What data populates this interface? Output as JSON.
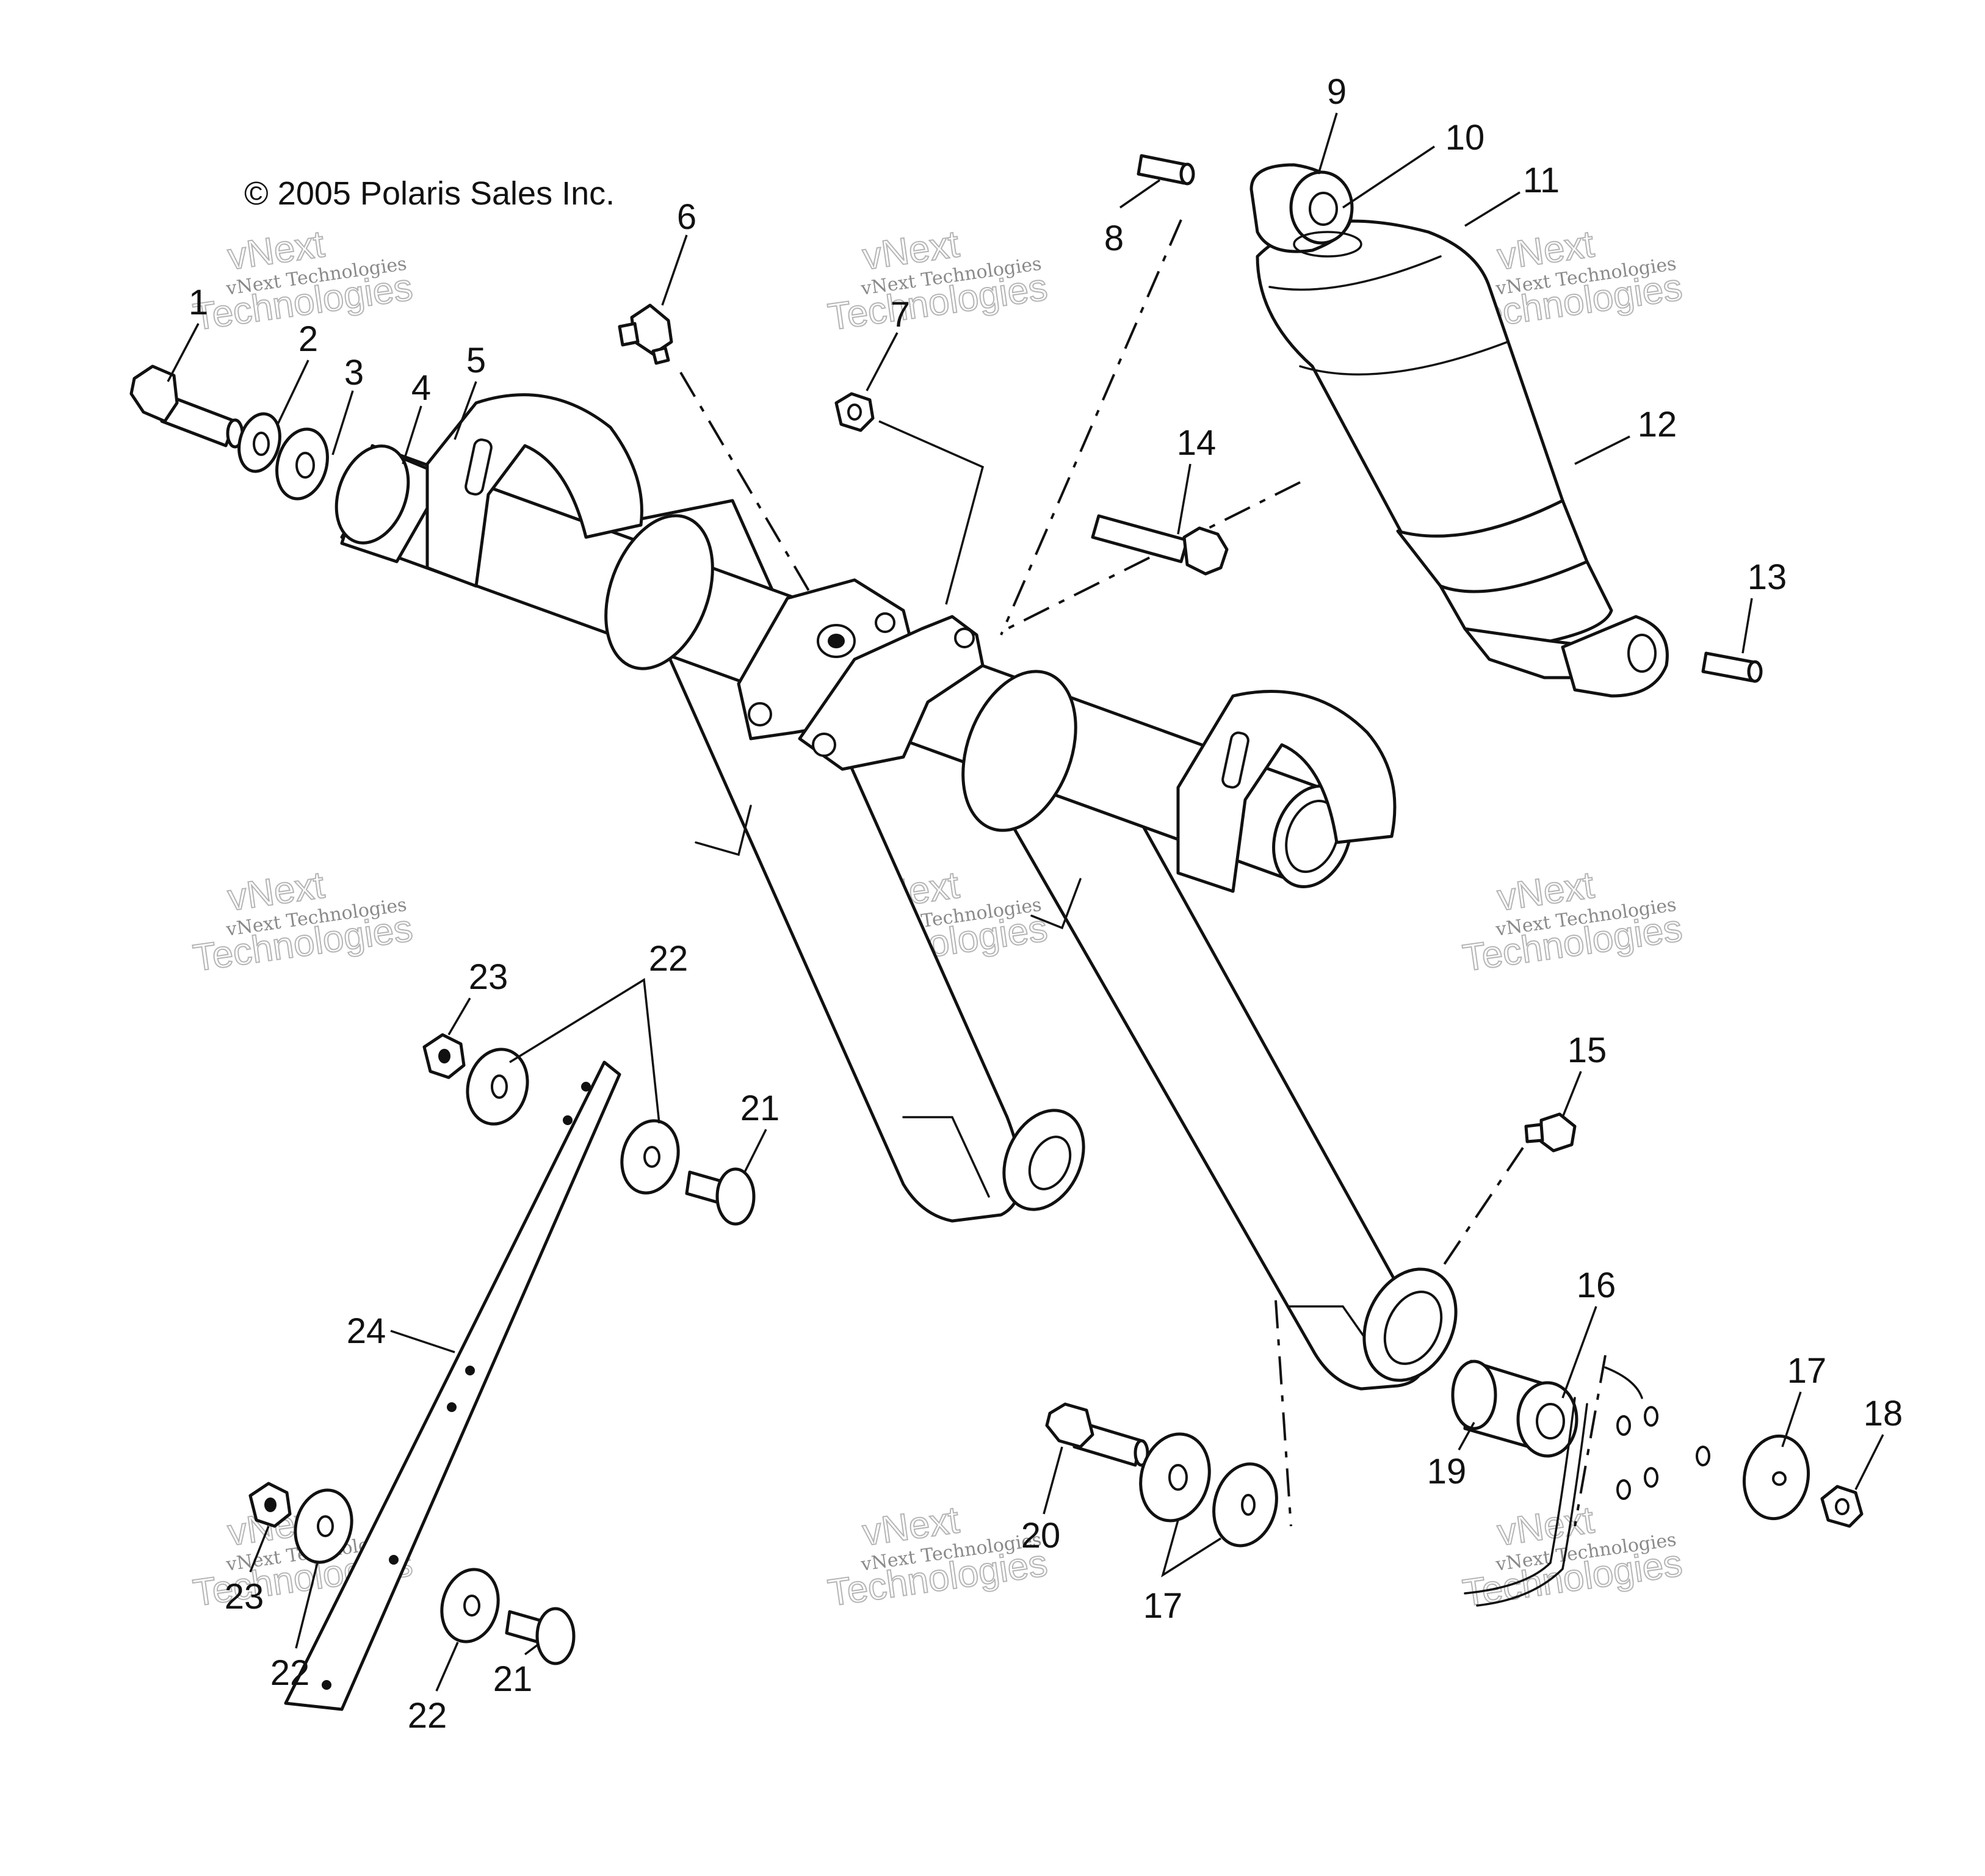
{
  "copyright": "© 2005 Polaris Sales Inc.",
  "watermark": {
    "line1": "vNext Technologies",
    "line2": "vNext",
    "line3": "Technologies"
  },
  "callouts": {
    "c1": "1",
    "c2": "2",
    "c3": "3",
    "c4": "4",
    "c5": "5",
    "c6": "6",
    "c7": "7",
    "c8": "8",
    "c9": "9",
    "c10": "10",
    "c11": "11",
    "c12": "12",
    "c13": "13",
    "c14": "14",
    "c15": "15",
    "c16": "16",
    "c17a": "17",
    "c17b": "17",
    "c18": "18",
    "c19": "19",
    "c20": "20",
    "c21a": "21",
    "c21b": "21",
    "c22a": "22",
    "c22b": "22",
    "c22c": "22",
    "c23a": "23",
    "c23b": "23",
    "c24": "24"
  }
}
